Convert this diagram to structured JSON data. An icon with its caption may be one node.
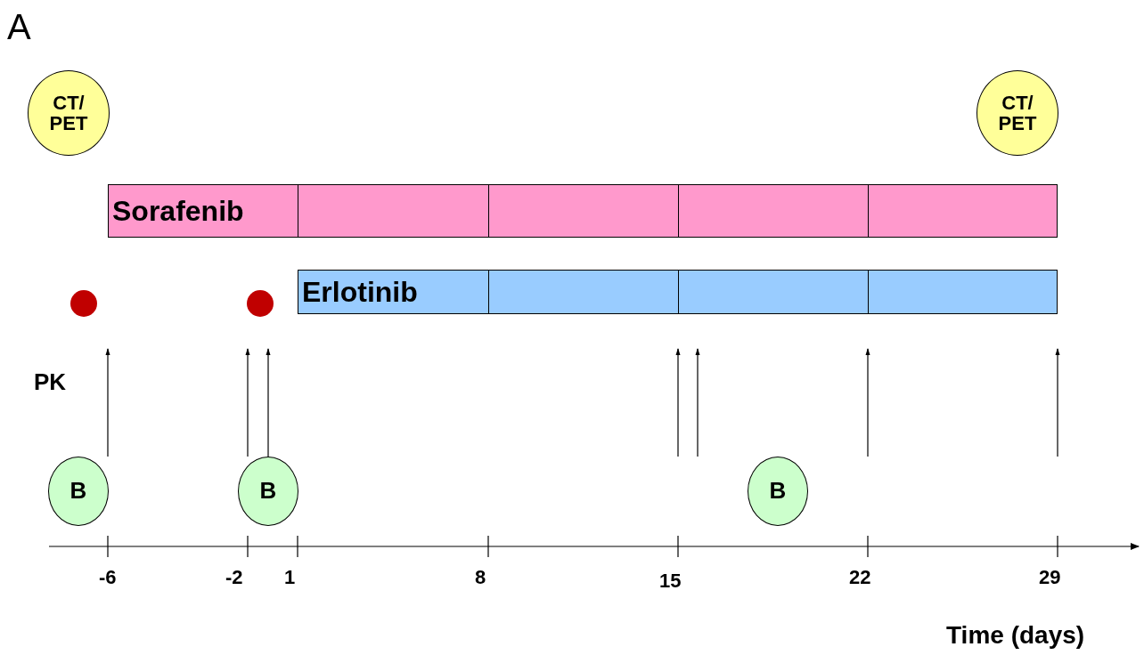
{
  "diagram": {
    "nodes": [
      {
        "text": [
          "CT/ PET"
        ]
      },
      {
        "text": [
          "CT/ PET"
        ]
      },
      {
        "text": [
          "Sorafenib"
        ]
      },
      {
        "text": [
          "Erlotinib"
        ]
      },
      {
        "text": [],
        "shape": "circle"
      },
      {
        "text": [],
        "shape": "circle"
      },
      {
        "text": [
          "B"
        ]
      },
      {
        "text": [
          "B"
        ]
      },
      {
        "text": [
          "B"
        ]
      }
    ],
    "edges": [],
    "labels": [
      "A",
      "PK",
      "-6",
      "-2",
      "1",
      "8",
      "15",
      "22",
      "29",
      "Time (days)"
    ]
  }
}
